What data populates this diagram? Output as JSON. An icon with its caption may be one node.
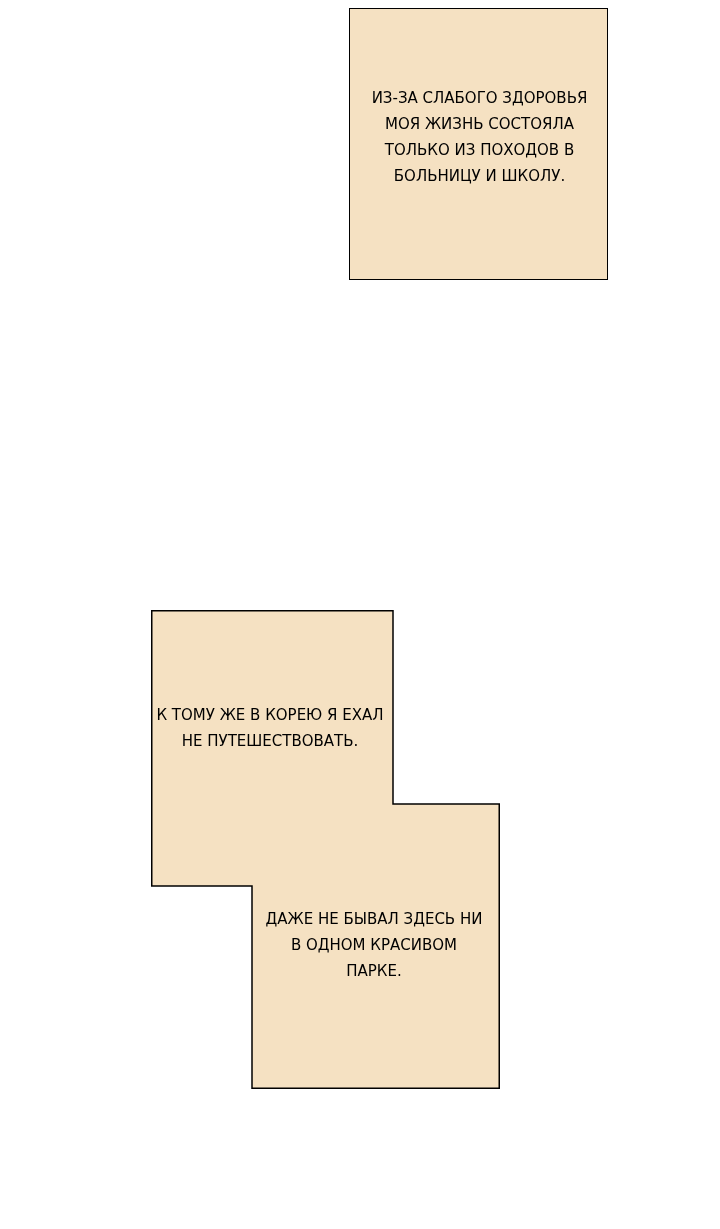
{
  "diagram": {
    "nodes": [
      {
        "text": [
          "ИЗ-ЗА СЛАБОГО ЗДОРОВЬЯ МОЯ ЖИЗНЬ СОСТОЯЛА ТОЛЬКО ИЗ ПОХОДОВ В БОЛЬНИЦУ И ШКОЛУ."
        ]
      },
      {
        "text": [
          "К ТОМУ ЖЕ В КОРЕЮ Я ЕХАЛ НЕ ПУТЕШЕСТВОВАТЬ.",
          "ДАЖЕ НЕ БЫВАЛ ЗДЕСЬ НИ В ОДНОМ КРАСИВОМ ПАРКЕ."
        ]
      }
    ]
  }
}
